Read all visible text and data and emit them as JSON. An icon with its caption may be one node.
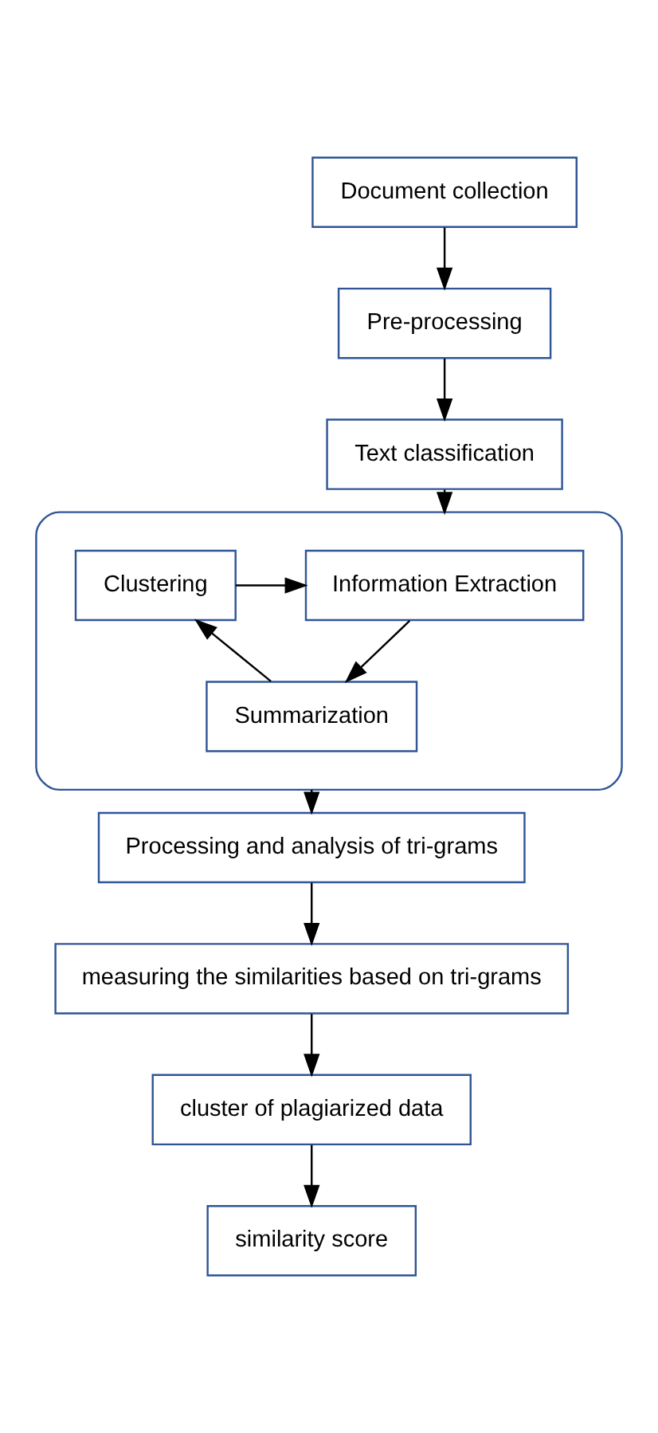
{
  "diagram": {
    "nodes": [
      {
        "text": [
          "Document collection"
        ]
      },
      {
        "text": [
          "Pre-processing"
        ]
      },
      {
        "text": [
          "Text classification"
        ]
      },
      {
        "text": [],
        "shape": "box"
      },
      {
        "text": [
          "Information Extraction"
        ],
        "in": 3
      },
      {
        "text": [
          "Summarization"
        ],
        "in": 3
      },
      {
        "text": [
          "Clustering"
        ],
        "in": 3
      },
      {
        "text": [
          "Processing and analysis of tri-grams"
        ]
      },
      {
        "text": [
          "measuring the similarities based on tri-grams"
        ]
      },
      {
        "text": [
          "cluster of plagiarized data"
        ]
      },
      {
        "text": [
          "similarity score"
        ]
      }
    ],
    "edges": [
      {
        "from": 0,
        "to": 1,
        "arrow": "to"
      },
      {
        "from": 1,
        "to": 2,
        "arrow": "to"
      },
      {
        "from": 2,
        "to": 3,
        "arrow": "to"
      },
      {
        "from": 4,
        "to": 5,
        "arrow": "to"
      },
      {
        "from": 5,
        "to": 6,
        "arrow": "to"
      },
      {
        "from": 6,
        "to": 4,
        "arrow": "to"
      },
      {
        "from": 3,
        "to": 7,
        "arrow": "to"
      },
      {
        "from": 7,
        "to": 8,
        "arrow": "to"
      },
      {
        "from": 8,
        "to": 9,
        "arrow": "to"
      },
      {
        "from": 9,
        "to": 10,
        "arrow": "to"
      }
    ]
  }
}
